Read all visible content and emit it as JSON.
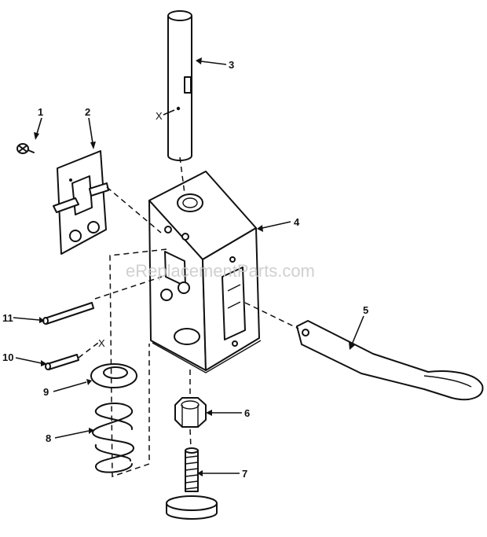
{
  "watermark": "eReplacementParts.com",
  "callouts": [
    "1",
    "2",
    "3",
    "4",
    "5",
    "6",
    "7",
    "8",
    "9",
    "10",
    "11"
  ],
  "x_marks": [
    "X",
    "X"
  ]
}
